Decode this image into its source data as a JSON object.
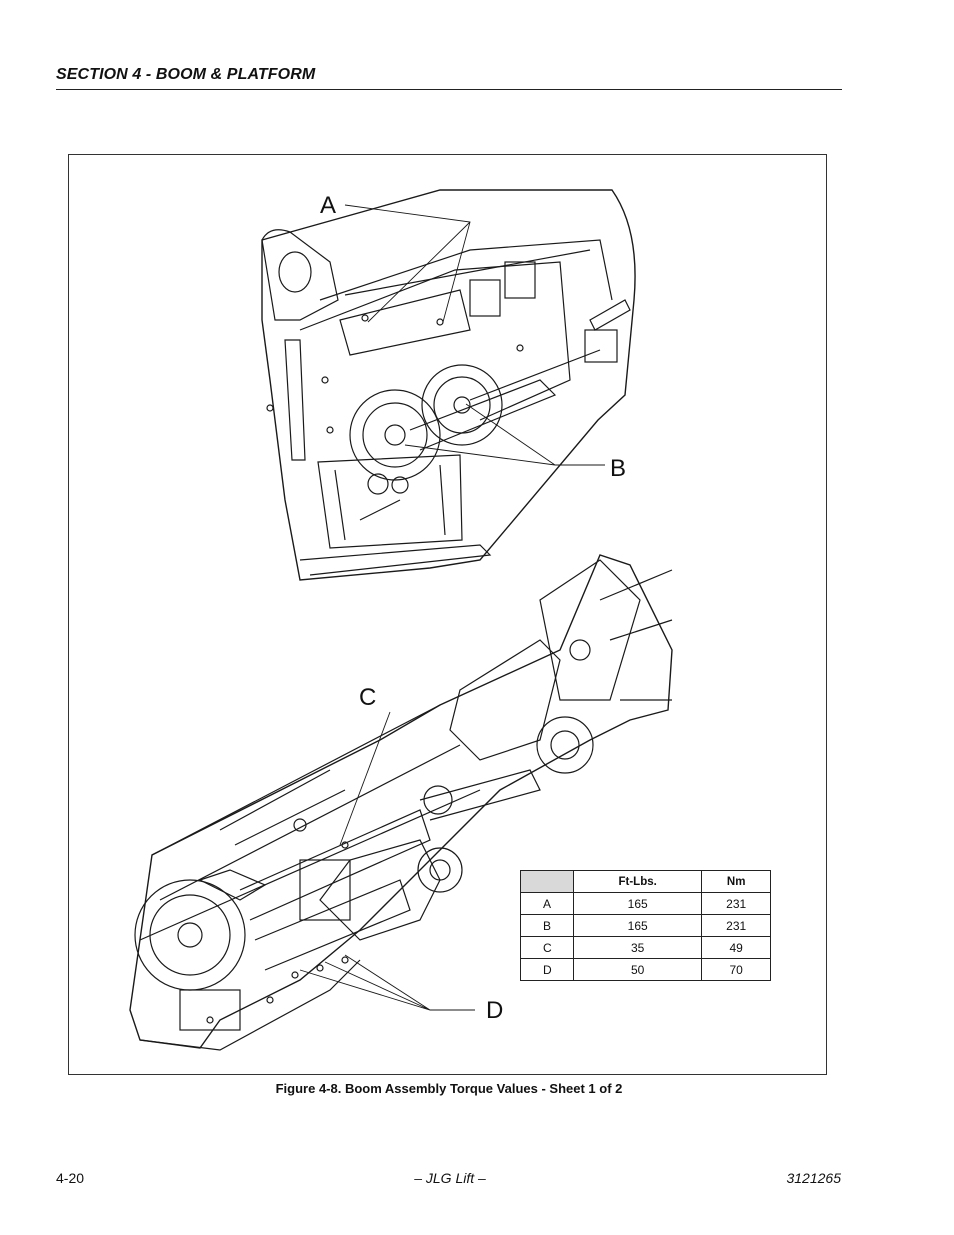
{
  "header": {
    "section": "SECTION 4 - BOOM & PLATFORM"
  },
  "figure": {
    "callouts": [
      "A",
      "B",
      "C",
      "D"
    ],
    "table": {
      "columns": [
        "",
        "Ft-Lbs.",
        "Nm"
      ],
      "rows": [
        {
          "label": "A",
          "ft_lbs": "165",
          "nm": "231"
        },
        {
          "label": "B",
          "ft_lbs": "165",
          "nm": "231"
        },
        {
          "label": "C",
          "ft_lbs": "35",
          "nm": "49"
        },
        {
          "label": "D",
          "ft_lbs": "50",
          "nm": "70"
        }
      ]
    },
    "caption": "Figure 4-8.  Boom Assembly Torque Values - Sheet 1 of 2"
  },
  "footer": {
    "page_number": "4-20",
    "center": "– JLG Lift –",
    "doc_number": "3121265"
  }
}
